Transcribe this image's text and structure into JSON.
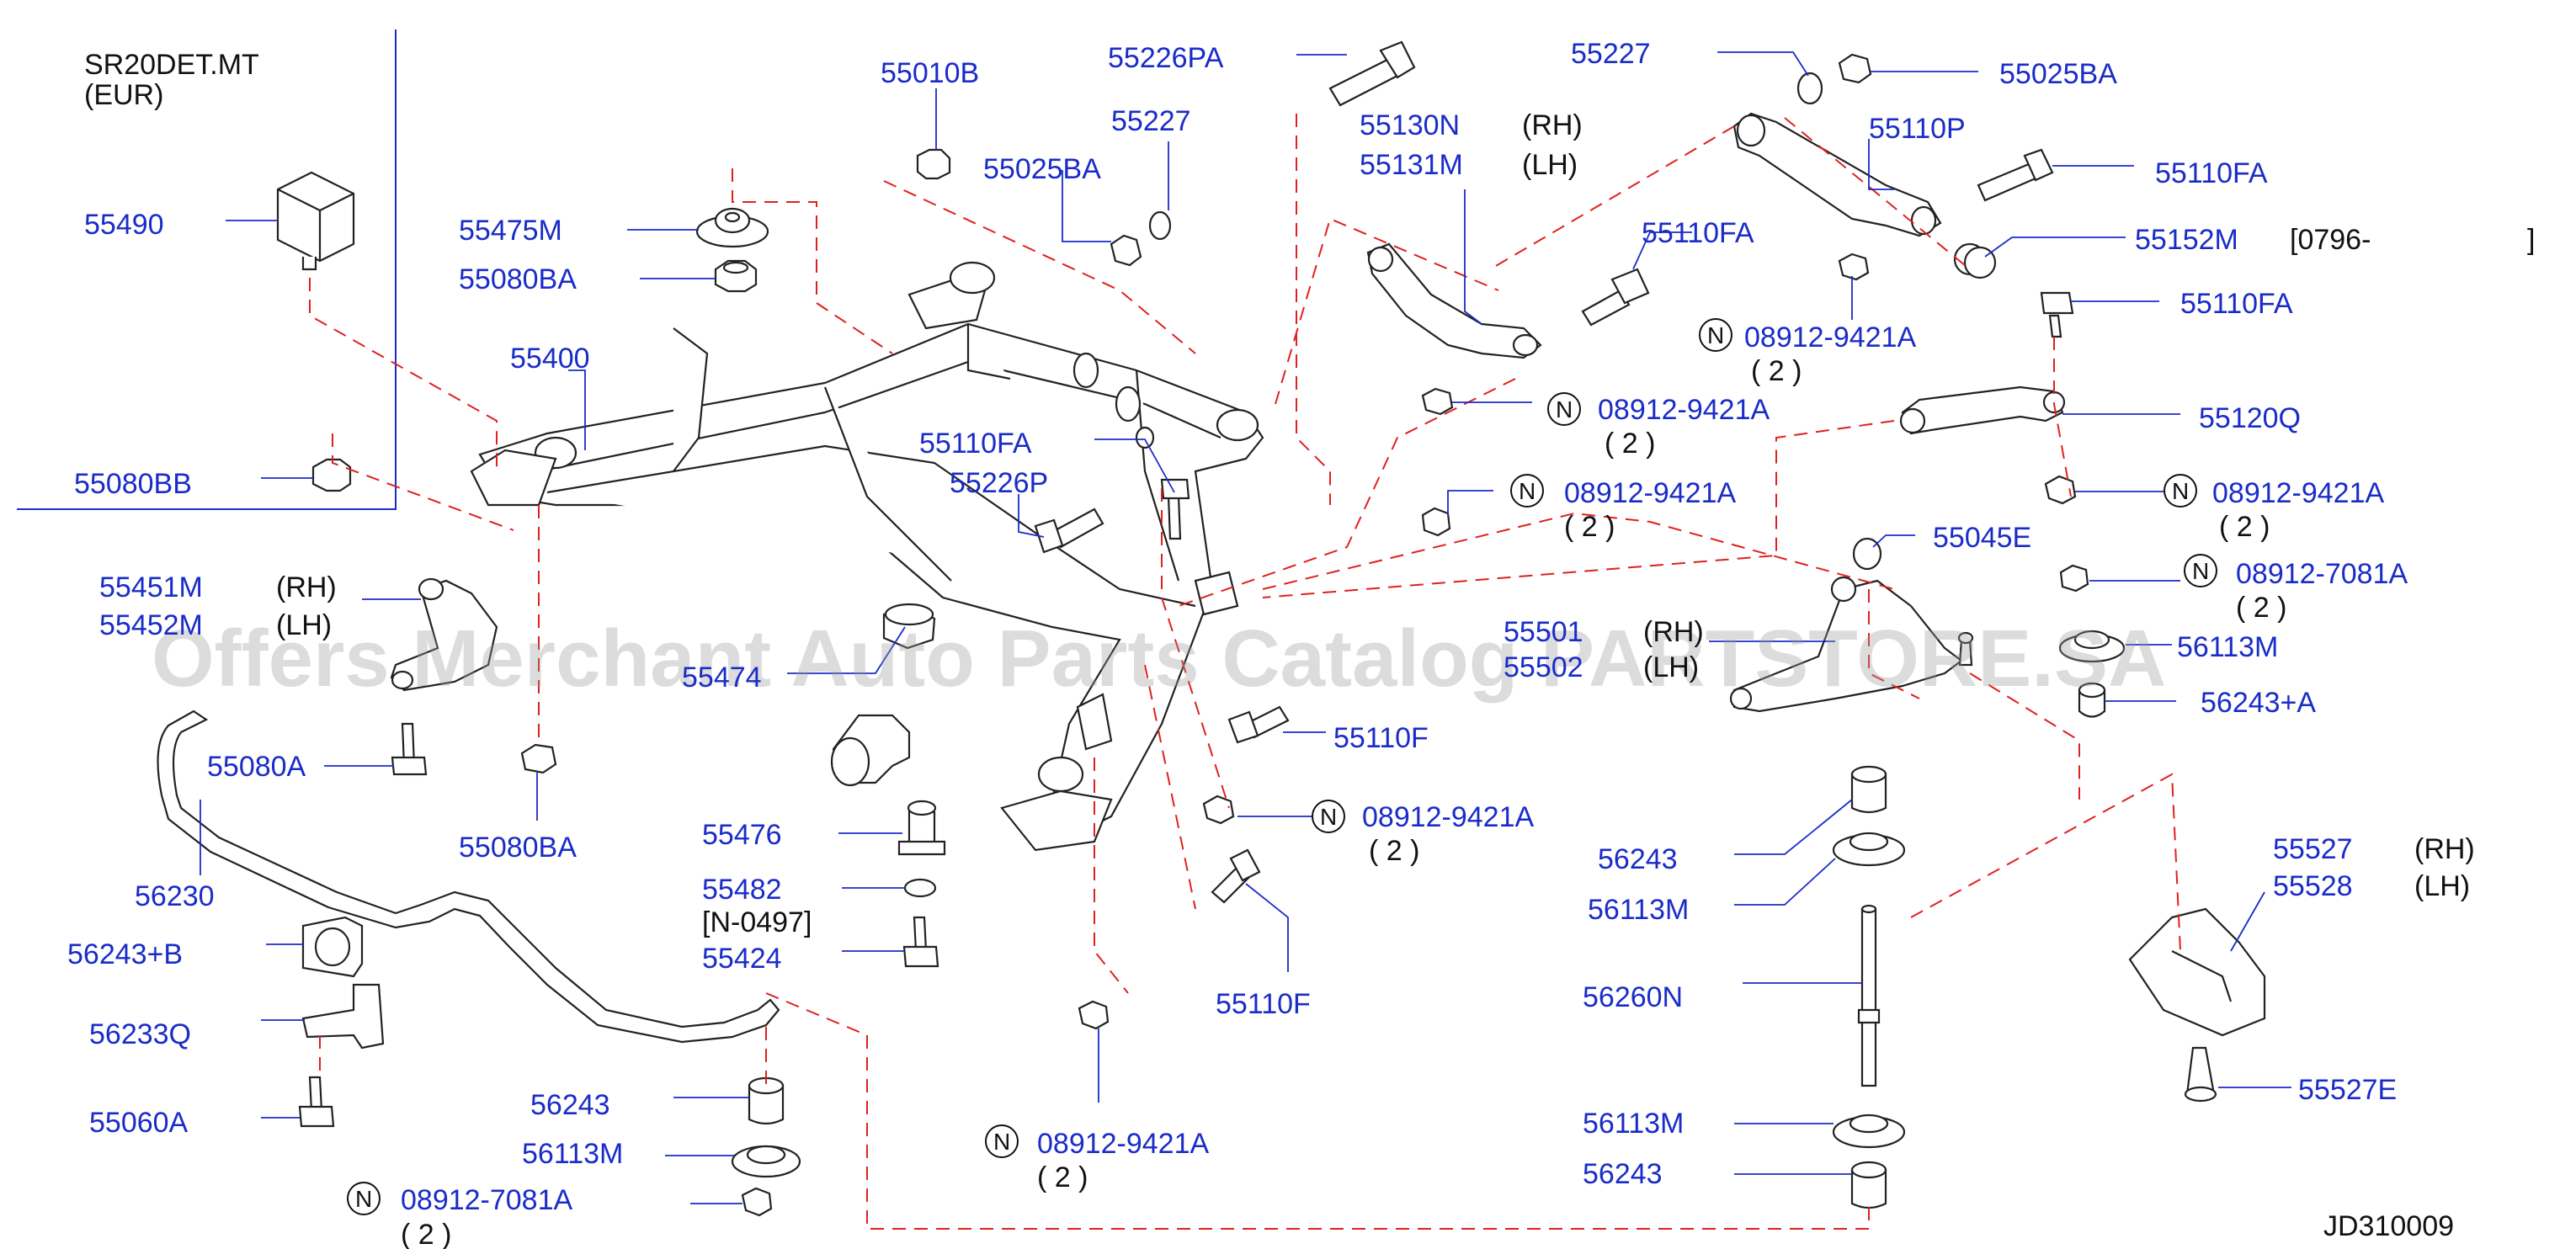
{
  "header": {
    "model": "SR20DET.MT",
    "region": "(EUR)"
  },
  "watermark": "Offers Merchant Auto Parts Catalog PARTSTORE.SA",
  "footer_code": "JD310009",
  "labels": {
    "p55490": "55490",
    "p55475M": "55475M",
    "p55080BA_top": "55080BA",
    "p55400": "55400",
    "p55080BB": "55080BB",
    "p55010B": "55010B",
    "p55226PA": "55226PA",
    "p55227_mid": "55227",
    "p55025BA_mid": "55025BA",
    "p55227_top": "55227",
    "p55025BA_top": "55025BA",
    "p55130N": "55130N",
    "rh_55130N": "(RH)",
    "p55131M": "55131M",
    "lh_55131M": "(LH)",
    "p55110P": "55110P",
    "p55110FA_r1": "55110FA",
    "p55110FA_mid": "55110FA",
    "p55152M": "55152M",
    "bracket_55152M": "[0796-",
    "bracket_close": "]",
    "p55110FA_r2": "55110FA",
    "n_a1": "08912-9421A",
    "q_a1": "( 2 )",
    "n_a2": "08912-9421A",
    "q_a2": "( 2 )",
    "p55120Q": "55120Q",
    "p55110FA_l": "55110FA",
    "p55226P": "55226P",
    "n_a3": "08912-9421A",
    "q_a3": "( 2 )",
    "n_a4": "08912-9421A",
    "q_a4": "( 2 )",
    "p55045E": "55045E",
    "n_b1": "08912-7081A",
    "q_b1": "( 2 )",
    "p55451M": "55451M",
    "rh_55451M": "(RH)",
    "p55452M": "55452M",
    "lh_55452M": "(LH)",
    "p55474": "55474",
    "p55501": "55501",
    "rh_55501": "(RH)",
    "p55502": "55502",
    "lh_55502": "(LH)",
    "p56113M_r": "56113M",
    "p56243A": "56243+A",
    "p55080A": "55080A",
    "p55080BA_bot": "55080BA",
    "p55110F_mid": "55110F",
    "p56230": "56230",
    "p55476": "55476",
    "n_a5": "08912-9421A",
    "q_a5": "( 2 )",
    "p56243_r1": "56243",
    "p56113M_r1": "56113M",
    "p55527": "55527",
    "rh_55527": "(RH)",
    "p55528": "55528",
    "lh_55528": "(LH)",
    "p55482": "55482",
    "bracket_55482": "[N-0497]",
    "p55424": "55424",
    "p56243B": "56243+B",
    "p56233Q": "56233Q",
    "p55110F_bot": "55110F",
    "p56260N": "56260N",
    "p55060A": "55060A",
    "p56243_bot": "56243",
    "p56113M_bot": "56113M",
    "n_b2": "08912-7081A",
    "q_b2": "( 2 )",
    "n_a6": "08912-9421A",
    "q_a6": "( 2 )",
    "p55527E": "55527E",
    "p56113M_r2": "56113M",
    "p56243_r2": "56243",
    "n_mark": "N"
  }
}
